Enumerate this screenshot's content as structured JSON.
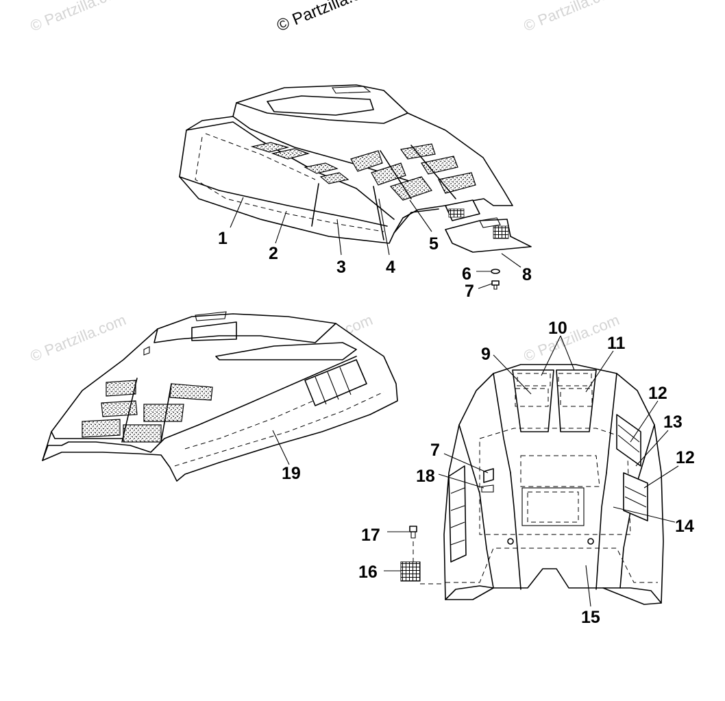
{
  "copyright": "© Partzilla.com",
  "watermark": "© Partzilla.com",
  "callouts": {
    "c1": "1",
    "c2": "2",
    "c3": "3",
    "c4": "4",
    "c5": "5",
    "c6": "6",
    "c7a": "7",
    "c8": "8",
    "c9": "9",
    "c10": "10",
    "c11": "11",
    "c12a": "12",
    "c13": "13",
    "c12b": "12",
    "c7b": "7",
    "c18": "18",
    "c14": "14",
    "c17": "17",
    "c16": "16",
    "c15": "15",
    "c19": "19"
  }
}
